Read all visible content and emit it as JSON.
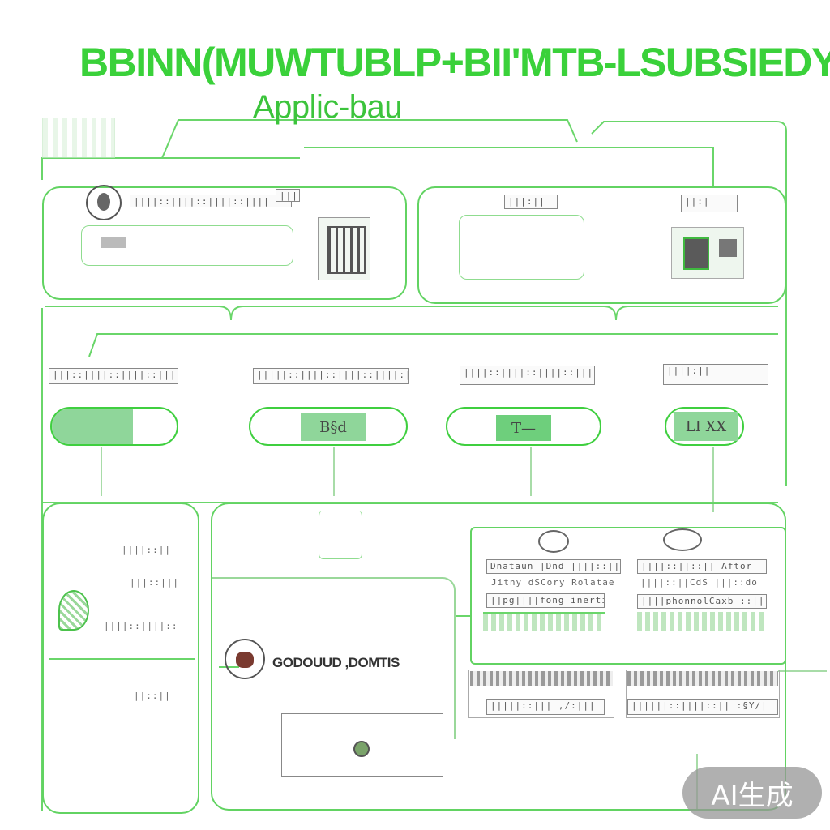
{
  "header": {
    "title": "BBINN(MUWTUBLP+BII'MTB-LSUBSIEDYY",
    "subtitle": "Applic-bau"
  },
  "top_panels": {
    "left_label": "||||::||||::||||::||||",
    "left_tag": "||||",
    "right_label": "|||:||",
    "right_tag": "||:|"
  },
  "row_nodes": [
    {
      "label": "|||::||||::||||::||||:||",
      "chip": ""
    },
    {
      "label": "|||||::||||::||||::||||:|",
      "chip": "B§d"
    },
    {
      "label": "||||::||||::||||::|||",
      "chip": "T—"
    },
    {
      "label": "||||:||",
      "chip": "LI XX"
    }
  ],
  "logo": {
    "text": "GODOUUD ,DOMTIS"
  },
  "right_list": {
    "col1": [
      "Dnataun |Dnd ||||::||",
      "Jitny dSCory Rolatae",
      "||pg||||fong inerti"
    ],
    "col2": [
      "||||::||::|| Aftor",
      "||||::||CdS |||::do",
      "||||phonnolCaxb ::||"
    ]
  },
  "bottom_fields": [
    {
      "label": "|||||::||| ,/:|||"
    },
    {
      "label": "||||||::||||::|| :§Y/|"
    }
  ],
  "left_panel_text": [
    "||||::||",
    "|||::|||",
    "||||::||||::",
    "||::||"
  ],
  "watermark": "AI生成",
  "colors": {
    "accent": "#3ad13a",
    "line": "#62d362"
  }
}
